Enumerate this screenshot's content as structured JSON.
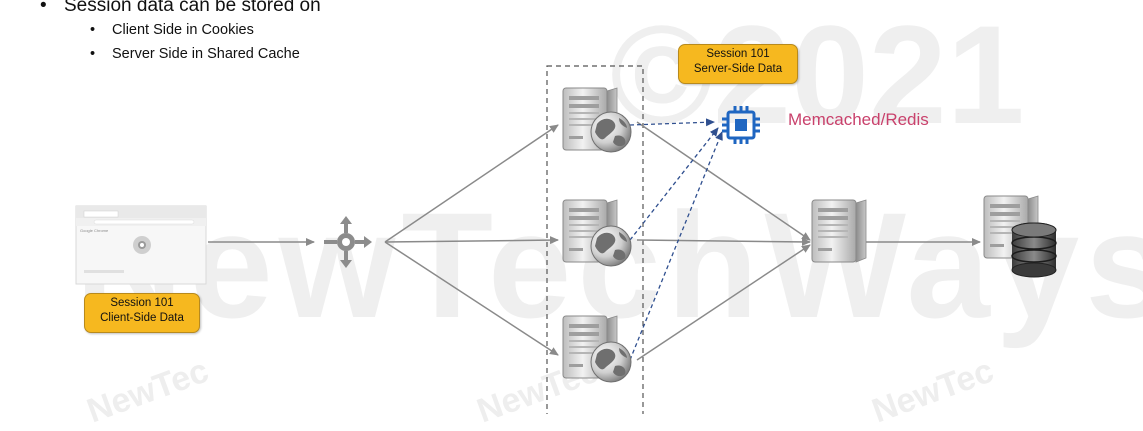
{
  "bullets": {
    "main": "Session data can be stored on",
    "items": [
      "Client Side in Cookies",
      "Server Side in Shared Cache"
    ]
  },
  "watermark": {
    "year": "©2021",
    "brand": "NewTechWays",
    "small": "NewTec"
  },
  "browser": {
    "mini_label": "Google Chrome",
    "badge_line1": "Session 101",
    "badge_line2": "Client-Side Data"
  },
  "cache": {
    "badge_line1": "Session 101",
    "badge_line2": "Server-Side Data",
    "label": "Memcached/Redis",
    "icon": "chip-icon"
  },
  "colors": {
    "badge": "#f6b81f",
    "chip": "#1f66c1",
    "cache_label": "#c9416c",
    "arrow": "#8a8a8a"
  }
}
